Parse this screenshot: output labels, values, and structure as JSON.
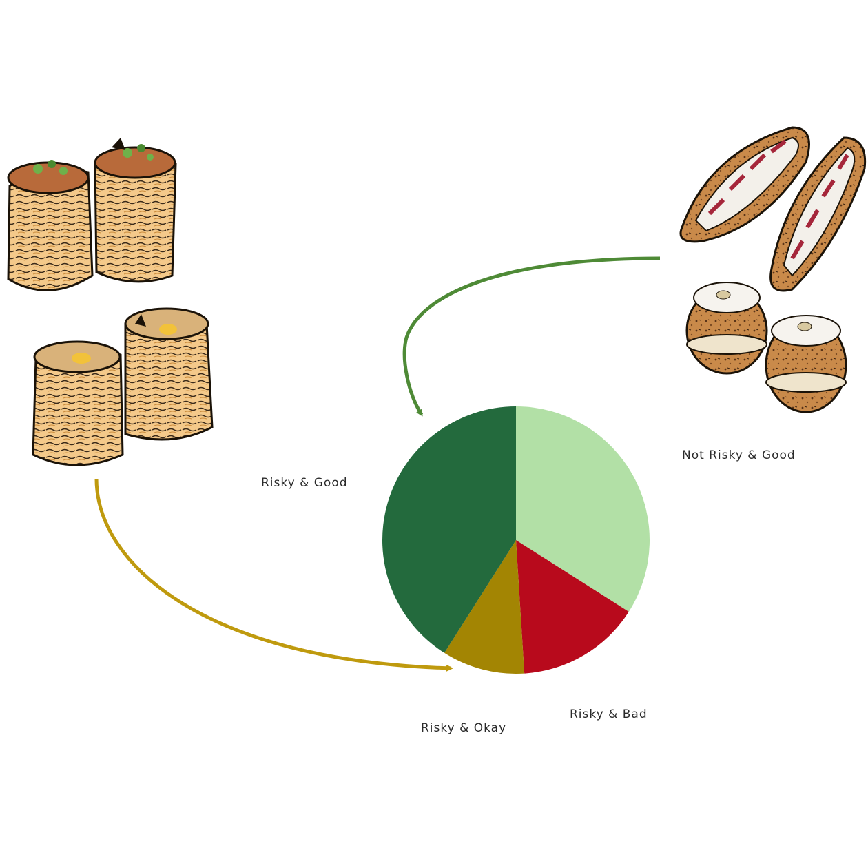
{
  "chart_data": {
    "type": "pie",
    "categories": [
      "Not Risky & Good",
      "Risky & Bad",
      "Risky & Okay",
      "Risky & Good"
    ],
    "values": [
      34,
      15,
      10,
      41
    ],
    "colors": [
      "#b2e0a6",
      "#b80a1c",
      "#a38503",
      "#236a3d"
    ],
    "start": "12 o'clock",
    "direction": "clockwise"
  },
  "illustrations": {
    "left": "vol-au-vent pastries illustration",
    "right": "filled pastries and eclairs illustration"
  },
  "arrows": {
    "right_color": "#4e8a36",
    "left_color": "#bf9a0e"
  }
}
